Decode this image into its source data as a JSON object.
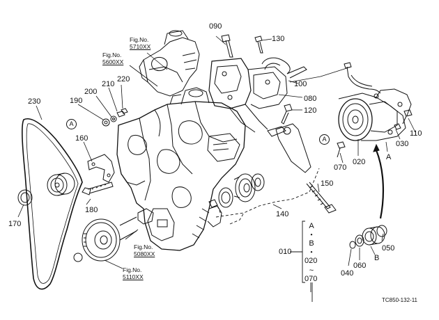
{
  "parts": {
    "p010": "010",
    "p020": "020",
    "p030": "030",
    "p040": "040",
    "p050": "050",
    "p060": "060",
    "p070": "070",
    "p080": "080",
    "p090": "090",
    "p100": "100",
    "p110": "110",
    "p120": "120",
    "p130": "130",
    "p140": "140",
    "p150": "150",
    "p160": "160",
    "p170": "170",
    "p180": "180",
    "p190": "190",
    "p200": "200",
    "p210": "210",
    "p220": "220",
    "p230": "230"
  },
  "figrefs": {
    "f5710": {
      "label": "Fig.No.",
      "num": "5710XX"
    },
    "f5600": {
      "label": "Fig.No.",
      "num": "5600XX"
    },
    "f5080": {
      "label": "Fig.No.",
      "num": "5080XX"
    },
    "f5110": {
      "label": "Fig.No.",
      "num": "5110XX"
    }
  },
  "markers": {
    "A": "A",
    "B": "B"
  },
  "set_010": {
    "a": "A",
    "dot": "・",
    "b": "B",
    "c020": "020",
    "tilde": "~",
    "c070": "070"
  },
  "drawing_code": "TC850-132-11"
}
